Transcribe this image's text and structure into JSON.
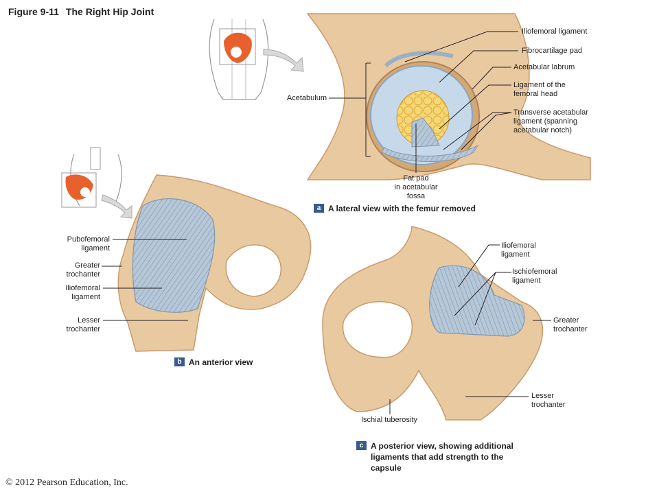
{
  "figure": {
    "number": "Figure 9-11",
    "title": "The Right Hip Joint",
    "copyright": "© 2012 Pearson Education, Inc."
  },
  "panel_a": {
    "badge": "a",
    "caption": "A lateral view with the femur removed",
    "labels": {
      "iliofemoral": "Iliofemoral ligament",
      "fibrocartilage": "Fibrocartilage pad",
      "labrum": "Acetabular labrum",
      "ligament_head": "Ligament of the\nfemoral head",
      "transverse": "Transverse acetabular\nligament (spanning\nacetabular notch)",
      "acetabulum": "Acetabulum",
      "fat_pad": "Fat pad\nin acetabular\nfossa"
    }
  },
  "panel_b": {
    "badge": "b",
    "caption": "An anterior view",
    "labels": {
      "pubofemoral": "Pubofemoral\nligament",
      "greater_trochanter": "Greater\ntrochanter",
      "iliofemoral": "Iliofemoral\nligament",
      "lesser_trochanter": "Lesser\ntrochanter"
    }
  },
  "panel_c": {
    "badge": "c",
    "caption": "A posterior view, showing additional\nligaments that add strength to the\ncapsule",
    "labels": {
      "iliofemoral": "Iliofemoral\nligament",
      "ischiofemoral": "Ischiofemoral\nligament",
      "greater_trochanter": "Greater\ntrochanter",
      "lesser_trochanter": "Lesser\ntrochanter",
      "ischial_tuberosity": "Ischial tuberosity"
    }
  },
  "colors": {
    "bone": "#e8c9a0",
    "bone_shadow": "#c99a6a",
    "ligament": "#a9bdd0",
    "cartilage": "#c6d9ea",
    "fat_pad": "#f7d774",
    "highlight": "#e8602c",
    "badge": "#3a5a8c"
  }
}
